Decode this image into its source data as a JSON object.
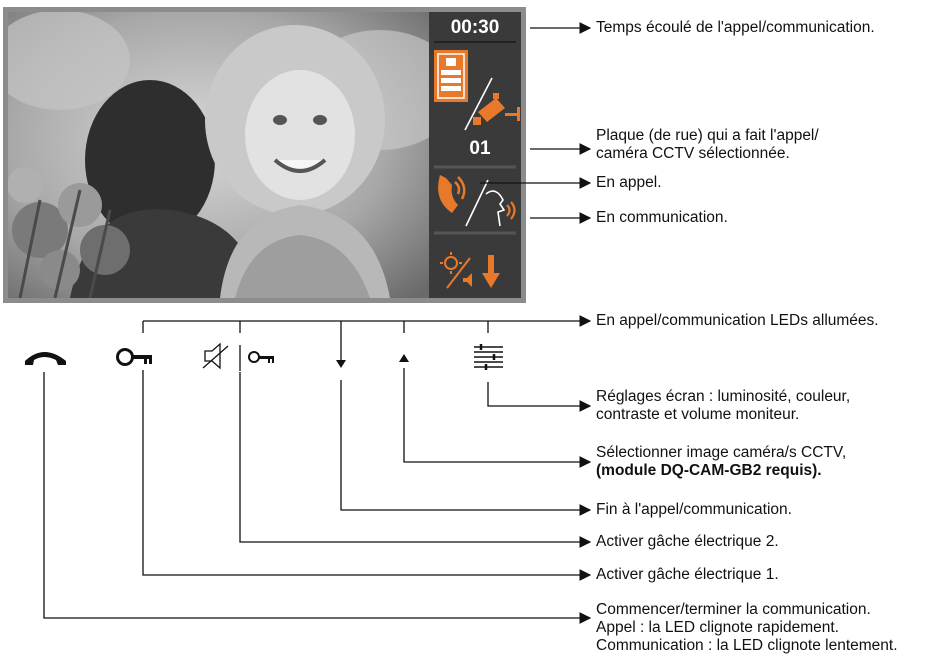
{
  "screen": {
    "timer": "00:30",
    "panel_number": "01",
    "photo": "child-with-flowers-photo"
  },
  "annotations": {
    "elapsed_time": "Temps écoulé de l'appel/communication.",
    "panel_line1": "Plaque (de rue) qui a fait l'appel/",
    "panel_line2": "caméra CCTV sélectionnée.",
    "in_call": "En appel.",
    "in_communication": "En communication.",
    "leds_on": "En appel/communication LEDs allumées.",
    "settings_line1": "Réglages écran : luminosité, couleur,",
    "settings_line2": "contraste et volume moniteur.",
    "camera_line1": "Sélectionner image caméra/s CCTV,",
    "camera_line2": "(module DQ-CAM-GB2 requis).",
    "end_call": "Fin à l'appel/communication.",
    "lock2": "Activer gâche électrique 2.",
    "lock1": "Activer gâche électrique 1.",
    "talk_line1": "Commencer/terminer la communication.",
    "talk_line2": "Appel : la LED clignote rapidement.",
    "talk_line3": "Communication : la LED clignote lentement."
  },
  "icons": [
    "handset-icon",
    "key-icon",
    "mute-icon",
    "key-small-icon",
    "down-arrow-icon",
    "up-arrow-icon",
    "settings-sliders-icon",
    "panel-icon",
    "cctv-camera-icon",
    "ringing-phone-icon",
    "speaking-head-icon",
    "brightness-icon",
    "volume-icon",
    "download-arrow-icon"
  ],
  "colors": {
    "accent": "#e8792b",
    "panel_bg": "#3a3a3a",
    "frame": "#9a9a9a",
    "line": "#111111"
  }
}
